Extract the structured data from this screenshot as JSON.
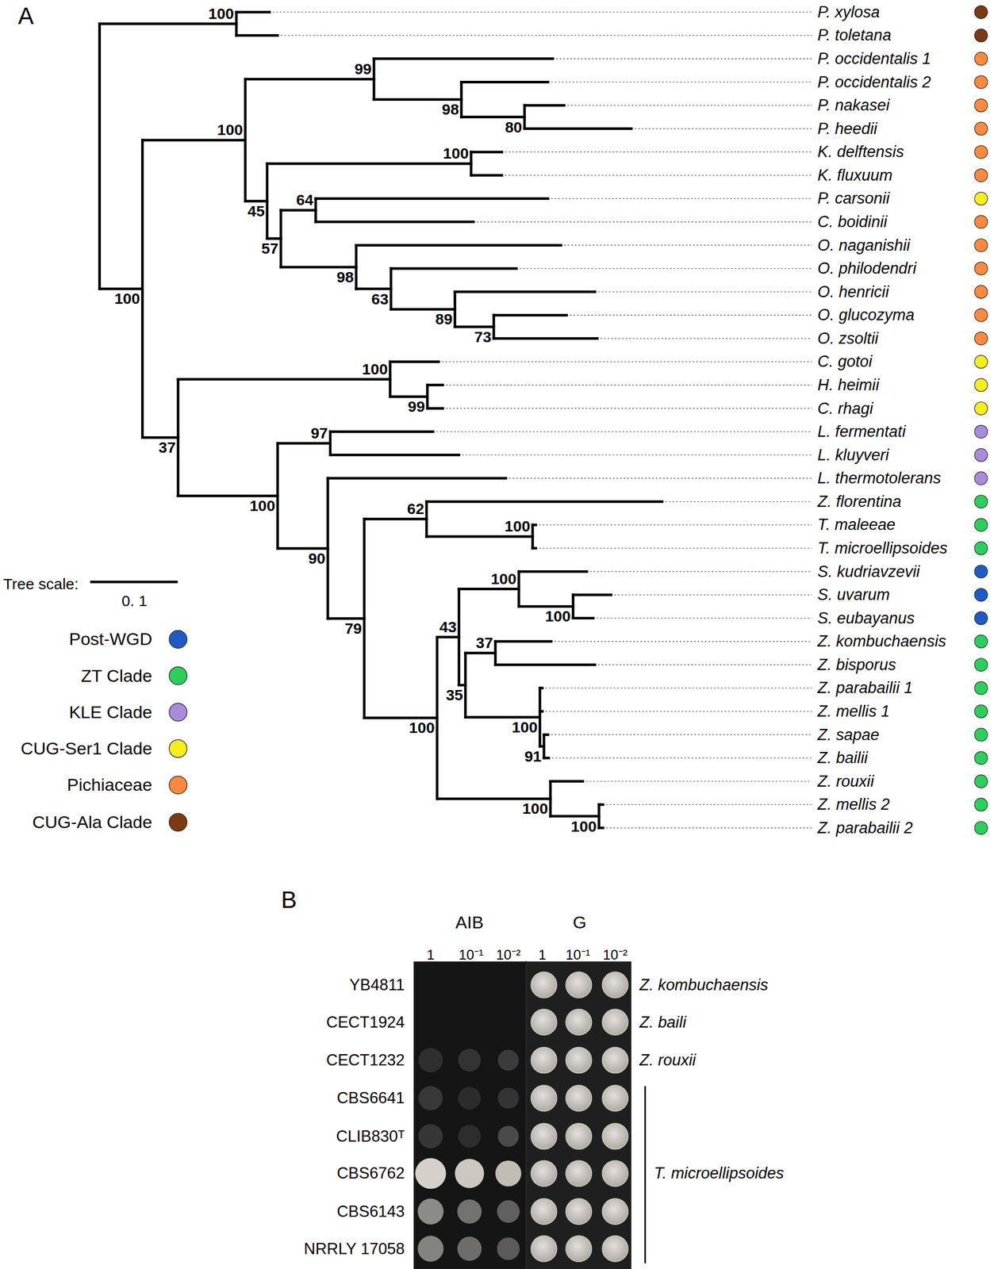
{
  "diagram": {
    "labels": [
      "A",
      "100",
      "100",
      "100",
      "99",
      "98",
      "80",
      "45",
      "100",
      "57",
      "64",
      "98",
      "63",
      "89",
      "73",
      "37",
      "100",
      "99",
      "100",
      "97",
      "90",
      "79",
      "62",
      "100",
      "100",
      "43",
      "100",
      "100",
      "35",
      "37",
      "100",
      "91",
      "100",
      "100",
      "P. xylosa",
      "P. toletana",
      "P. occidentalis 1",
      "P. occidentalis 2",
      "P. nakasei",
      "P. heedii",
      "K. delftensis",
      "K. fluxuum",
      "P. carsonii",
      "C. boidinii",
      "O. naganishii",
      "O. philodendri",
      "O. henricii",
      "O. glucozyma",
      "O. zsoltii",
      "C. gotoi",
      "H. heimii",
      "C. rhagi",
      "L. fermentati",
      "L. kluyveri",
      "L. thermotolerans",
      "Z. florentina",
      "T. maleeae",
      "T. microellipsoides",
      "S. kudriavzevii",
      "S. uvarum",
      "S. eubayanus",
      "Z. kombuchaensis",
      "Z. bisporus",
      "Z. parabailii 1",
      "Z. mellis 1",
      "Z. sapae",
      "Z. bailii",
      "Z. rouxii",
      "Z. mellis 2",
      "Z. parabailii 2",
      "Tree scale:",
      "0. 1",
      "B",
      "AIB",
      "G",
      "1",
      "10⁻¹",
      "10⁻²",
      "1",
      "10⁻¹",
      "10⁻²",
      "YB4811",
      "CECT1924",
      "CECT1232",
      "CBS6641",
      "CLIB830ᵀ",
      "CBS6762",
      "CBS6143",
      "NRRLY 17058",
      "Z. kombuchaensis",
      "Z. baili",
      "Z. rouxii",
      "T. microellipsoides"
    ],
    "legend": [
      {
        "text": "Post-WGD",
        "color": "#1E5BC6"
      },
      {
        "text": "ZT Clade",
        "color": "#2BD05A"
      },
      {
        "text": "KLE Clade",
        "color": "#A98BDB"
      },
      {
        "text": "CUG-Ser1 Clade",
        "color": "#F5EE1B"
      },
      {
        "text": "Pichiaceae",
        "color": "#FF8A3D"
      },
      {
        "text": "CUG-Ala Clade",
        "color": "#7B3A12"
      }
    ]
  }
}
